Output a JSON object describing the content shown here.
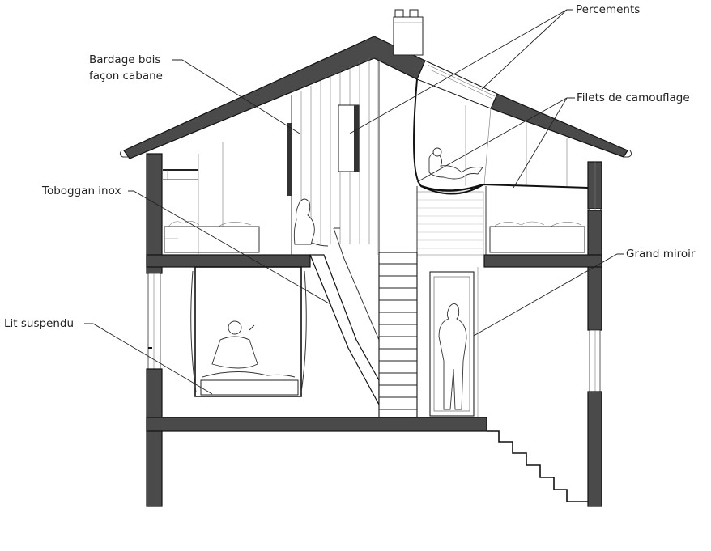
{
  "colors": {
    "wall_fill": "#4a4a4a",
    "line": "#222222",
    "background": "#ffffff"
  },
  "annotations": {
    "percements": "Percements",
    "bardage_line1": "Bardage bois",
    "bardage_line2": "façon cabane",
    "filets": "Filets de camouflage",
    "toboggan": "Toboggan inox",
    "grand_miroir": "Grand miroir",
    "lit_suspendu": "Lit suspendu"
  }
}
